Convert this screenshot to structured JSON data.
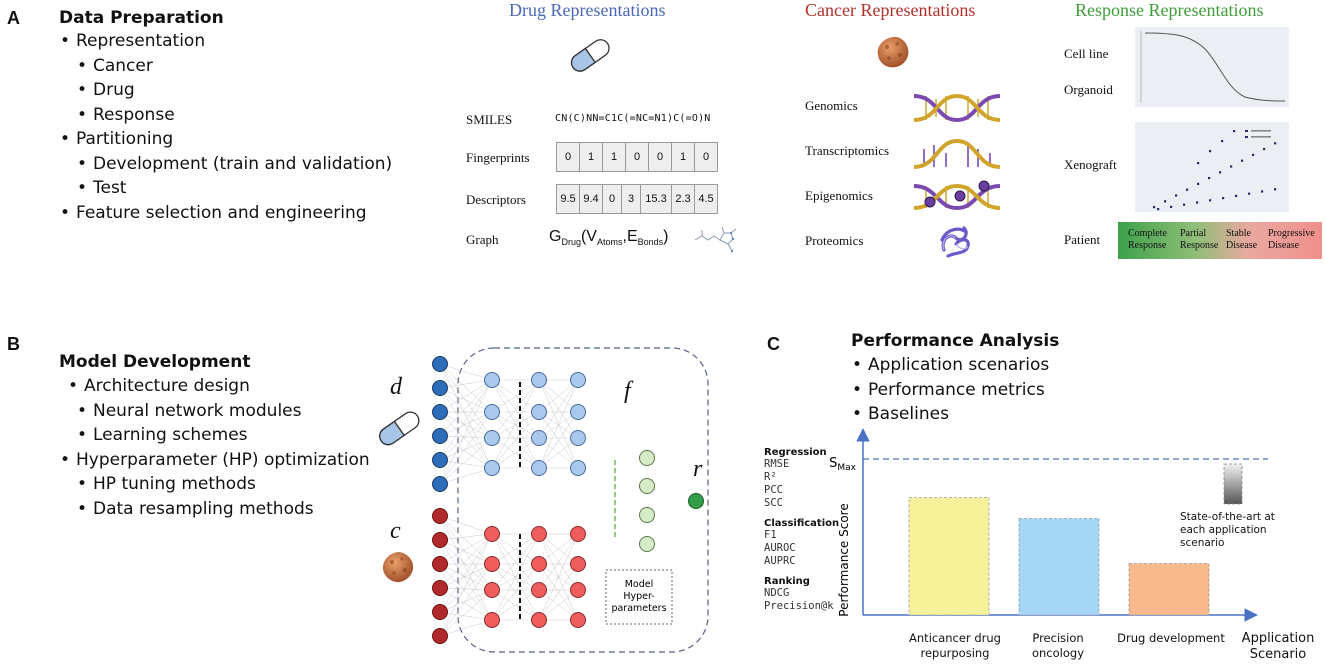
{
  "panel_a": {
    "letter": "A",
    "title": "Data Preparation",
    "bullets": [
      "Representation",
      "Cancer",
      "Drug",
      "Response",
      "Partitioning",
      "Development (train and validation)",
      "Test",
      "Feature selection and engineering"
    ],
    "drug_header": "Drug Representations",
    "cancer_header": "Cancer Representations",
    "response_header": "Response Representations",
    "colors": {
      "drug_header": "#4a68b8",
      "cancer_header": "#b0312a",
      "response_header": "#3f9d3a"
    },
    "drug_rows": {
      "smiles_label": "SMILES",
      "smiles_value": "CN(C)NN=C1C(=NC=N1)C(=O)N",
      "fingerprints_label": "Fingerprints",
      "fingerprints": [
        "0",
        "1",
        "1",
        "0",
        "0",
        "1",
        "0"
      ],
      "descriptors_label": "Descriptors",
      "descriptors": [
        "9.5",
        "9.4",
        "0",
        "3",
        "15.3",
        "2.3",
        "4.5"
      ],
      "graph_label": "Graph",
      "graph_g": "G",
      "graph_drug": "Drug",
      "graph_v": "V",
      "graph_atoms": "Atoms",
      "graph_e": "E",
      "graph_bonds": "Bonds"
    },
    "cancer_rows": [
      "Genomics",
      "Transcriptomics",
      "Epigenomics",
      "Proteomics"
    ],
    "response_rows": {
      "cell_line": "Cell line",
      "organoid": "Organoid",
      "xenograft": "Xenograft",
      "patient": "Patient",
      "patient_categories": [
        {
          "line1": "Complete",
          "line2": "Response"
        },
        {
          "line1": "Partial",
          "line2": "Response"
        },
        {
          "line1": "Stable",
          "line2": "Disease"
        },
        {
          "line1": "Progressive",
          "line2": "Disease"
        }
      ]
    }
  },
  "panel_b": {
    "letter": "B",
    "title": "Model Development",
    "bullets": [
      "Architecture design",
      "Neural network modules",
      "Learning schemes",
      "Hyperparameter (HP) optimization",
      "HP tuning methods",
      "Data resampling methods"
    ],
    "label_d": "d",
    "label_c": "c",
    "label_f": "f",
    "label_r": "r",
    "hyper_box": [
      "Model",
      "Hyper-",
      "parameters"
    ],
    "colors": {
      "drug_node_dark": "#2d6db8",
      "drug_node_light": "#a9c8ec",
      "cancer_node_dark": "#b3282a",
      "cancer_node_light": "#ef5d5d",
      "merge_node": "#d6ebc8",
      "output_node": "#2f9e44"
    }
  },
  "panel_c": {
    "letter": "C",
    "title": "Performance Analysis",
    "bullets": [
      "Application scenarios",
      "Performance metrics",
      "Baselines"
    ],
    "metrics": [
      {
        "head": "Regression",
        "items": [
          "RMSE",
          "R²",
          "PCC",
          "SCC"
        ]
      },
      {
        "head": "Classification",
        "items": [
          "F1",
          "AUROC",
          "AUPRC"
        ]
      },
      {
        "head": "Ranking",
        "items": [
          "NDCG",
          "Precision@k"
        ]
      }
    ],
    "smax_s": "S",
    "smax_sub": "Max",
    "sota_note": "State-of-the-art at each application scenario",
    "chart_data": {
      "type": "bar",
      "categories": [
        "Anticancer drug repurposing",
        "Precision oncology",
        "Drug development"
      ],
      "values": [
        0.73,
        0.6,
        0.32
      ],
      "reference_line": 0.97,
      "xlabel": "Application Scenario",
      "ylabel": "Performance Score",
      "colors": [
        "#f7f29a",
        "#a6d6f5",
        "#f8b98d"
      ]
    }
  }
}
